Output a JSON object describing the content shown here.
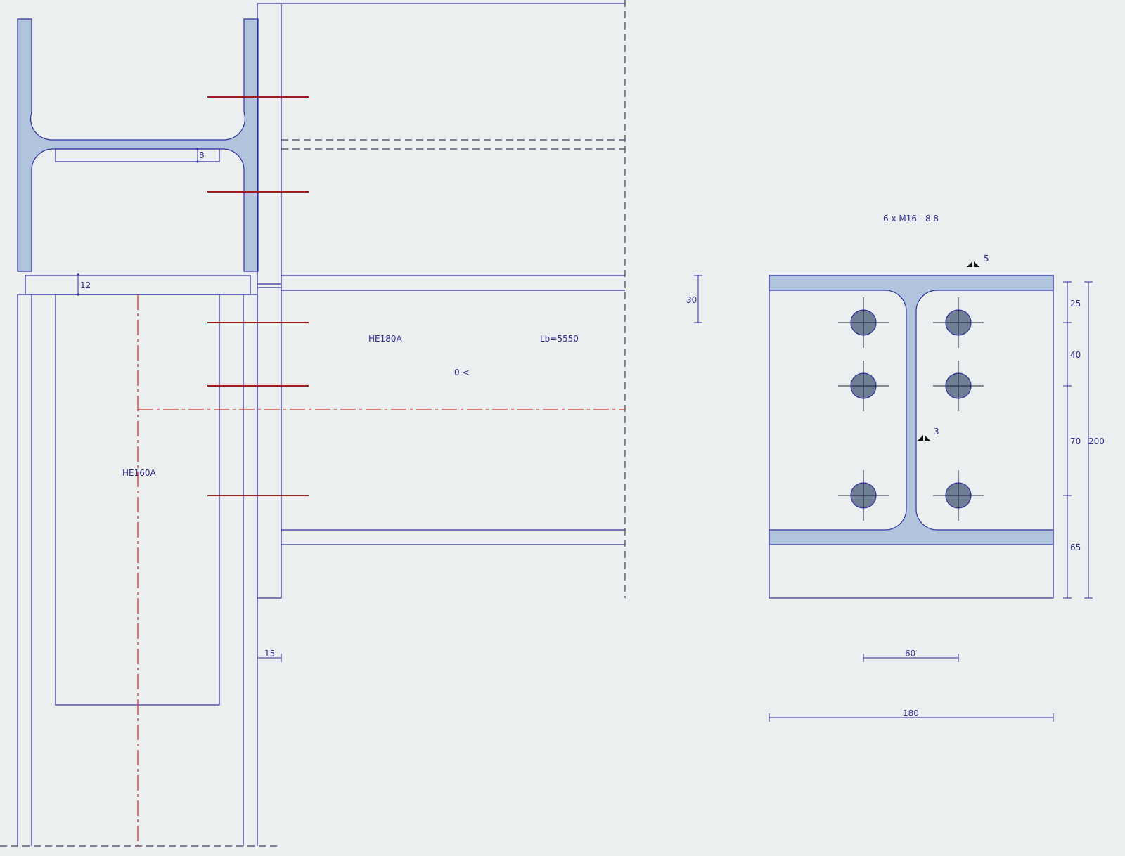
{
  "labels": {
    "beam_section": "HE180A",
    "column_section": "HE160A",
    "beam_length": "Lb=5550",
    "rotation": "0 <",
    "bolt_spec": "6 x M16 - 8.8"
  },
  "dimensions": {
    "stiffener_thickness": "8",
    "cap_plate_thickness": "12",
    "end_plate_thickness": "15",
    "top_offset": "30",
    "bolt_row_1": "25",
    "bolt_row_2": "40",
    "bolt_row_3": "70",
    "bottom_edge": "65",
    "plate_height": "200",
    "bolt_gauge": "60",
    "plate_width": "180"
  },
  "welds": {
    "flange_weld": "5",
    "web_weld": "3"
  },
  "colors": {
    "steel_fill": "#B1C4DE",
    "outline": "#2E2E9E",
    "bolt_line": "#A31A1A",
    "centerline": "#E0251E",
    "bolt": "#6E7E93",
    "background": "#ECEFF0"
  }
}
